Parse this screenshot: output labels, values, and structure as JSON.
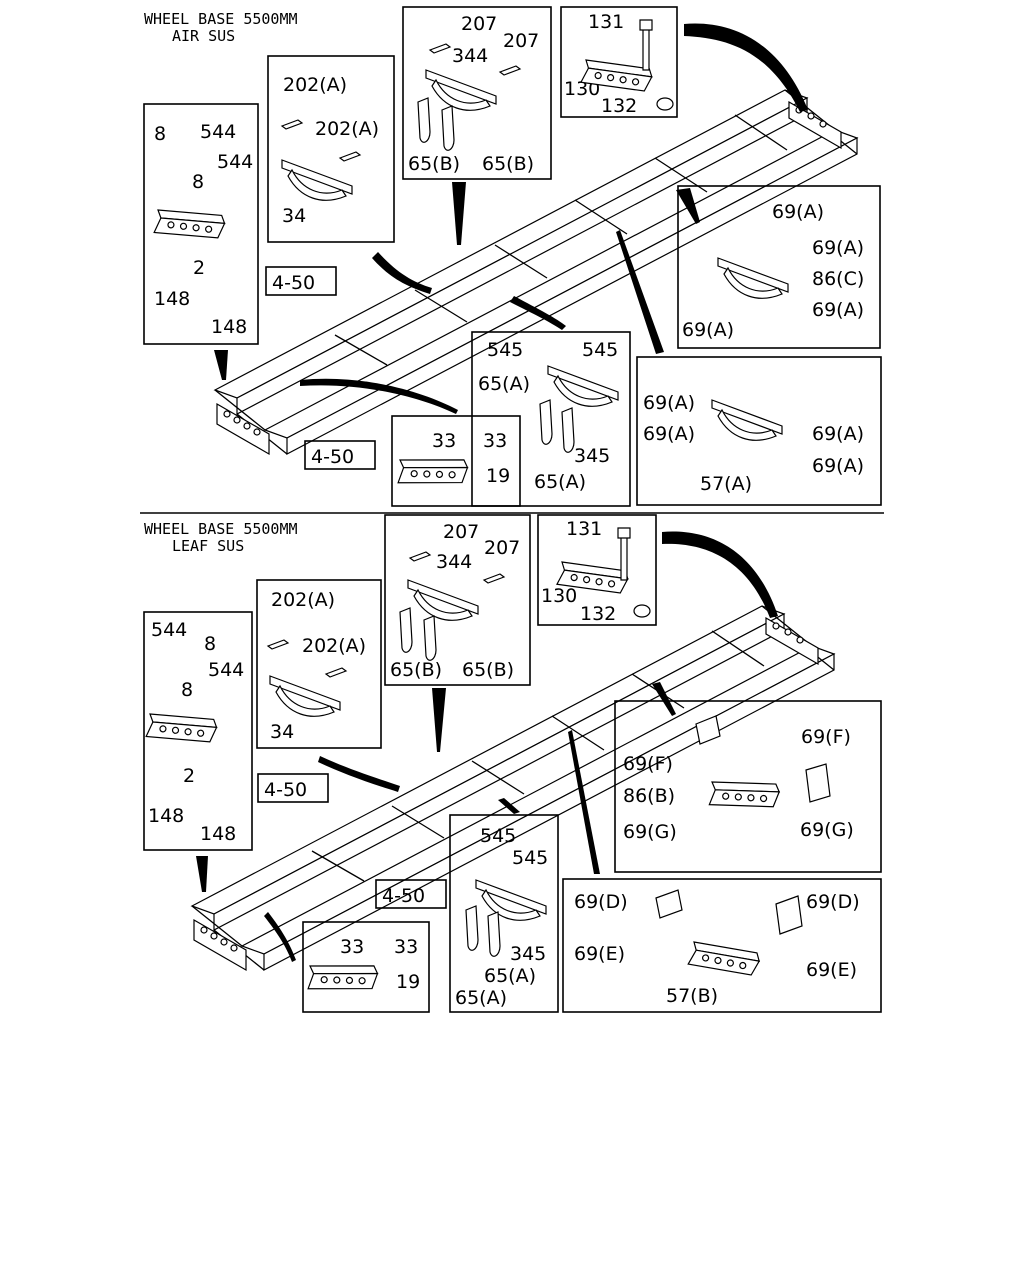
{
  "sections": [
    {
      "title_line1": "WHEEL BASE 5500MM",
      "title_line2": "AIR SUS",
      "labels": {
        "l207a": "207",
        "l344": "344",
        "l207b": "207",
        "l65b1": "65(B)",
        "l65b2": "65(B)",
        "l131": "131",
        "l130": "130",
        "l132": "132",
        "l202a1": "202(A)",
        "l202a2": "202(A)",
        "l34": "34",
        "l8a": "8",
        "l544a": "544",
        "l544b": "544",
        "l8b": "8",
        "l2": "2",
        "l148a": "148",
        "l148b": "148",
        "ref1": "4-50",
        "ref2": "4-50",
        "l69a1": "69(A)",
        "l69a2": "69(A)",
        "l86c": "86(C)",
        "l69a3": "69(A)",
        "l69a4": "69(A)",
        "l545a": "545",
        "l545b": "545",
        "l65a1": "65(A)",
        "l345": "345",
        "l65a2": "65(A)",
        "l69a5": "69(A)",
        "l69a6": "69(A)",
        "l69a7": "69(A)",
        "l69a8": "69(A)",
        "l57a": "57(A)",
        "l33a": "33",
        "l33b": "33",
        "l19": "19"
      }
    },
    {
      "title_line1": "WHEEL BASE 5500MM",
      "title_line2": "LEAF SUS",
      "labels": {
        "l207a": "207",
        "l344": "344",
        "l207b": "207",
        "l65b1": "65(B)",
        "l65b2": "65(B)",
        "l131": "131",
        "l130": "130",
        "l132": "132",
        "l202a1": "202(A)",
        "l202a2": "202(A)",
        "l34": "34",
        "l544a": "544",
        "l8a": "8",
        "l544b": "544",
        "l8b": "8",
        "l2": "2",
        "l148a": "148",
        "l148b": "148",
        "ref1": "4-50",
        "ref2": "4-50",
        "l69f1": "69(F)",
        "l69f2": "69(F)",
        "l86b": "86(B)",
        "l69g1": "69(G)",
        "l69g2": "69(G)",
        "l545a": "545",
        "l545b": "545",
        "l345": "345",
        "l65a1": "65(A)",
        "l65a2": "65(A)",
        "l69d1": "69(D)",
        "l69d2": "69(D)",
        "l69e1": "69(E)",
        "l69e2": "69(E)",
        "l57b": "57(B)",
        "l33a": "33",
        "l33b": "33",
        "l19": "19"
      }
    }
  ]
}
